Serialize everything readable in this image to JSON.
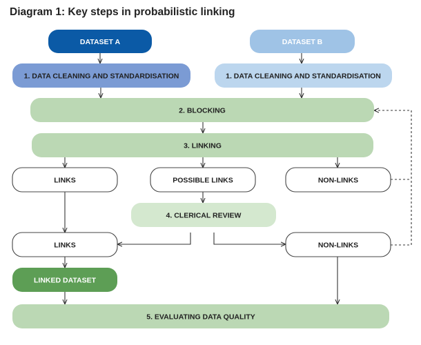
{
  "title": "Diagram 1: Key steps in probabilistic linking",
  "colors": {
    "dataset_a": "#0b5aa6",
    "cleaning_a": "#7b9bd4",
    "dataset_b": "#9fc3e6",
    "cleaning_b": "#bcd6ee",
    "process_green": "#bbd8b4",
    "review_green": "#d4e8cf",
    "linked_dataset": "#5d9e55",
    "outline_node": "#ffffff",
    "line": "#333333",
    "dark_text": "#1f1f1f",
    "light_text": "#ffffff"
  },
  "nodes": [
    {
      "id": "dataset-a",
      "label": "DATASET A",
      "fill": "dataset_a",
      "text": "light_text"
    },
    {
      "id": "dataset-b",
      "label": "DATASET B",
      "fill": "dataset_b",
      "text": "light_text"
    },
    {
      "id": "cleaning-a",
      "label": "1. DATA CLEANING AND STANDARDISATION",
      "fill": "cleaning_a",
      "text": "dark_text"
    },
    {
      "id": "cleaning-b",
      "label": "1. DATA CLEANING AND STANDARDISATION",
      "fill": "cleaning_b",
      "text": "dark_text"
    },
    {
      "id": "blocking",
      "label": "2. BLOCKING",
      "fill": "process_green",
      "text": "dark_text"
    },
    {
      "id": "linking",
      "label": "3. LINKING",
      "fill": "process_green",
      "text": "dark_text"
    },
    {
      "id": "links-1",
      "label": "LINKS",
      "fill": "outline_node",
      "text": "dark_text"
    },
    {
      "id": "possible-links",
      "label": "POSSIBLE LINKS",
      "fill": "outline_node",
      "text": "dark_text"
    },
    {
      "id": "non-links-1",
      "label": "NON-LINKS",
      "fill": "outline_node",
      "text": "dark_text"
    },
    {
      "id": "clerical-review",
      "label": "4. CLERICAL REVIEW",
      "fill": "review_green",
      "text": "dark_text"
    },
    {
      "id": "links-2",
      "label": "LINKS",
      "fill": "outline_node",
      "text": "dark_text"
    },
    {
      "id": "non-links-2",
      "label": "NON-LINKS",
      "fill": "outline_node",
      "text": "dark_text"
    },
    {
      "id": "linked-dataset",
      "label": "LINKED DATASET",
      "fill": "linked_dataset",
      "text": "light_text"
    },
    {
      "id": "evaluating",
      "label": "5. EVALUATING DATA QUALITY",
      "fill": "process_green",
      "text": "dark_text"
    }
  ],
  "edges": [
    {
      "from": "dataset-a",
      "to": "cleaning-a"
    },
    {
      "from": "dataset-b",
      "to": "cleaning-b"
    },
    {
      "from": "cleaning-a",
      "to": "blocking"
    },
    {
      "from": "cleaning-b",
      "to": "blocking"
    },
    {
      "from": "blocking",
      "to": "linking"
    },
    {
      "from": "linking",
      "to": "links-1"
    },
    {
      "from": "linking",
      "to": "possible-links"
    },
    {
      "from": "linking",
      "to": "non-links-1"
    },
    {
      "from": "possible-links",
      "to": "clerical-review"
    },
    {
      "from": "clerical-review",
      "to": "links-2"
    },
    {
      "from": "clerical-review",
      "to": "non-links-2"
    },
    {
      "from": "links-1",
      "to": "links-2"
    },
    {
      "from": "links-2",
      "to": "linked-dataset"
    },
    {
      "from": "linked-dataset",
      "to": "evaluating"
    },
    {
      "from": "non-links-2",
      "to": "evaluating"
    },
    {
      "from": "non-links-1",
      "to": "blocking",
      "style": "dashed-feedback"
    },
    {
      "from": "non-links-2",
      "to": "blocking",
      "style": "dashed-feedback"
    }
  ]
}
